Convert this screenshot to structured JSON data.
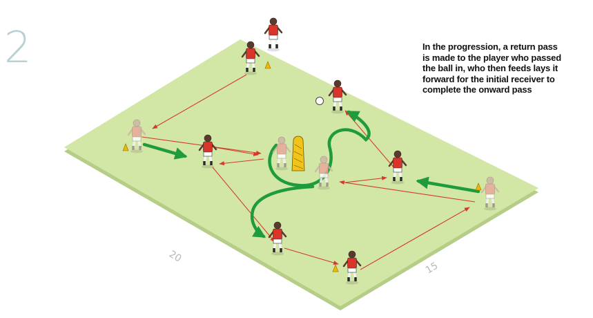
{
  "step_number": "2",
  "caption_lines": [
    "In the progression, a return pass",
    "is made to the player who passed",
    "the ball in, who then feeds lays it",
    "forward for the initial receiver to",
    "complete the onward pass"
  ],
  "dimensions": {
    "length_label": "20",
    "width_label": "15"
  },
  "colors": {
    "pitch": "#d2e6a6",
    "pitch_edge": "#b5cd86",
    "pass_arrow": "#d33a2c",
    "run_arrow": "#1f9a3c",
    "player_shirt": "#d8342a",
    "faded_player_shirt": "#e9a89b",
    "mannequin": "#f2c318",
    "cone": "#f0b800"
  },
  "icons": [
    "player-icon",
    "mannequin-icon",
    "cone-icon",
    "ball-icon"
  ]
}
